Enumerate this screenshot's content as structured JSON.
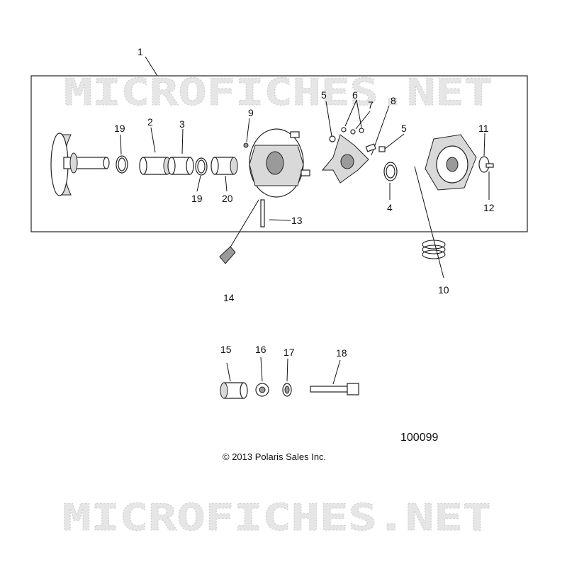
{
  "watermark": "MICROFICHES.NET",
  "figure_number": "100099",
  "copyright": "© 2013 Polaris Sales Inc.",
  "callouts": {
    "c1": "1",
    "c2": "2",
    "c3": "3",
    "c4": "4",
    "c5a": "5",
    "c5b": "5",
    "c6": "6",
    "c7": "7",
    "c8": "8",
    "c9": "9",
    "c10": "10",
    "c11": "11",
    "c12": "12",
    "c13": "13",
    "c14": "14",
    "c15": "15",
    "c16": "16",
    "c17": "17",
    "c18": "18",
    "c19a": "19",
    "c19b": "19",
    "c20": "20"
  }
}
